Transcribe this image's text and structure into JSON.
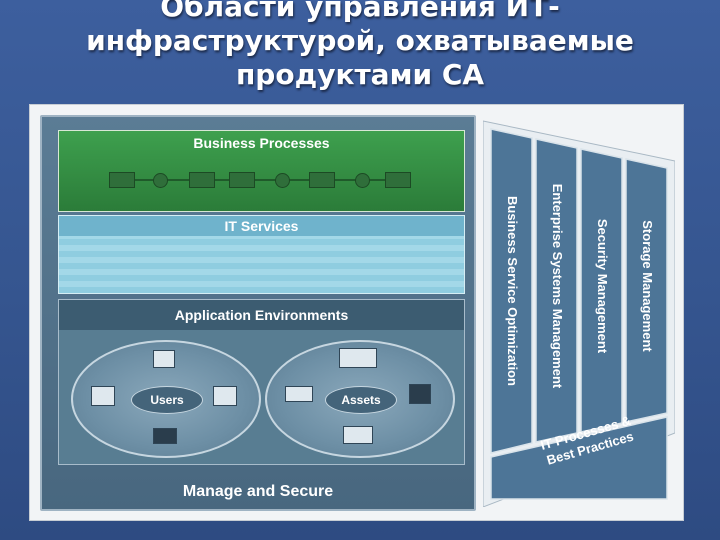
{
  "slide": {
    "title_lines": [
      "Области управления ИТ-",
      "инфраструктурой, охватываемые",
      "продуктами CA"
    ]
  },
  "diagram": {
    "layers": {
      "business_processes": "Business Processes",
      "it_services": "IT Services",
      "application_environments": "Application Environments"
    },
    "hubs": {
      "users": "Users",
      "assets": "Assets"
    },
    "footer": "Manage and Secure",
    "columns": [
      "Business Service Optimization",
      "Enterprise Systems Management",
      "Security Management",
      "Storage Management"
    ],
    "bottom_label_lines": [
      "IT Processes &",
      "Best Practices"
    ]
  },
  "colors": {
    "slide_background": "#3a5b98",
    "business_green": "#35924a",
    "it_services_cyan": "#96d3e4",
    "app_env_slate": "#587d92",
    "column_blue": "#4d7597"
  }
}
